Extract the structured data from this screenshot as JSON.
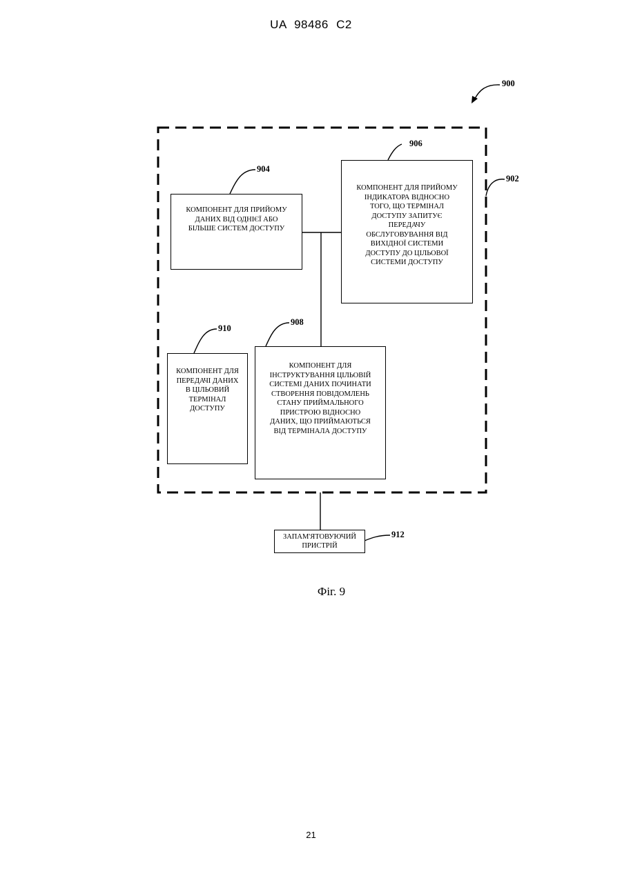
{
  "header": {
    "patent_id": "UA   98486   C2"
  },
  "figure": {
    "refs": {
      "system": "900",
      "container": "902",
      "receive_data": "904",
      "receive_indicator": "906",
      "instruct": "908",
      "transmit": "910",
      "memory": "912"
    },
    "components": {
      "receive_data": "КОМПОНЕНТ ДЛЯ ПРИЙОМУ\nДАНИХ ВІД ОДНІЄЇ АБО\nБІЛЬШЕ СИСТЕМ ДОСТУПУ",
      "receive_indicator": "КОМПОНЕНТ ДЛЯ ПРИЙОМУ\nІНДИКАТОРА ВІДНОСНО\nТОГО, ЩО ТЕРМІНАЛ\nДОСТУПУ ЗАПИТУЄ\nПЕРЕДАЧУ\nОБСЛУГОВУВАННЯ ВІД\nВИХІДНОЇ СИСТЕМИ\nДОСТУПУ ДО ЦІЛЬОВОЇ\nСИСТЕМИ ДОСТУПУ",
      "transmit": "КОМПОНЕНТ ДЛЯ\nПЕРЕДАЧІ ДАНИХ\nВ ЦІЛЬОВИЙ\nТЕРМІНАЛ\nДОСТУПУ",
      "instruct": "КОМПОНЕНТ ДЛЯ\nІНСТРУКТУВАННЯ ЦІЛЬОВІЙ\nСИСТЕМІ ДАНИХ ПОЧИНАТИ\nСТВОРЕННЯ ПОВІДОМЛЕНЬ\nСТАНУ ПРИЙМАЛЬНОГО\nПРИСТРОЮ ВІДНОСНО\nДАНИХ, ЩО ПРИЙМАЮТЬСЯ\nВІД ТЕРМІНАЛА ДОСТУПУ",
      "memory": "ЗАПАМ'ЯТОВУЮЧИЙ\nПРИСТРІЙ"
    },
    "caption": "Фіг. 9"
  },
  "page_number": "21"
}
